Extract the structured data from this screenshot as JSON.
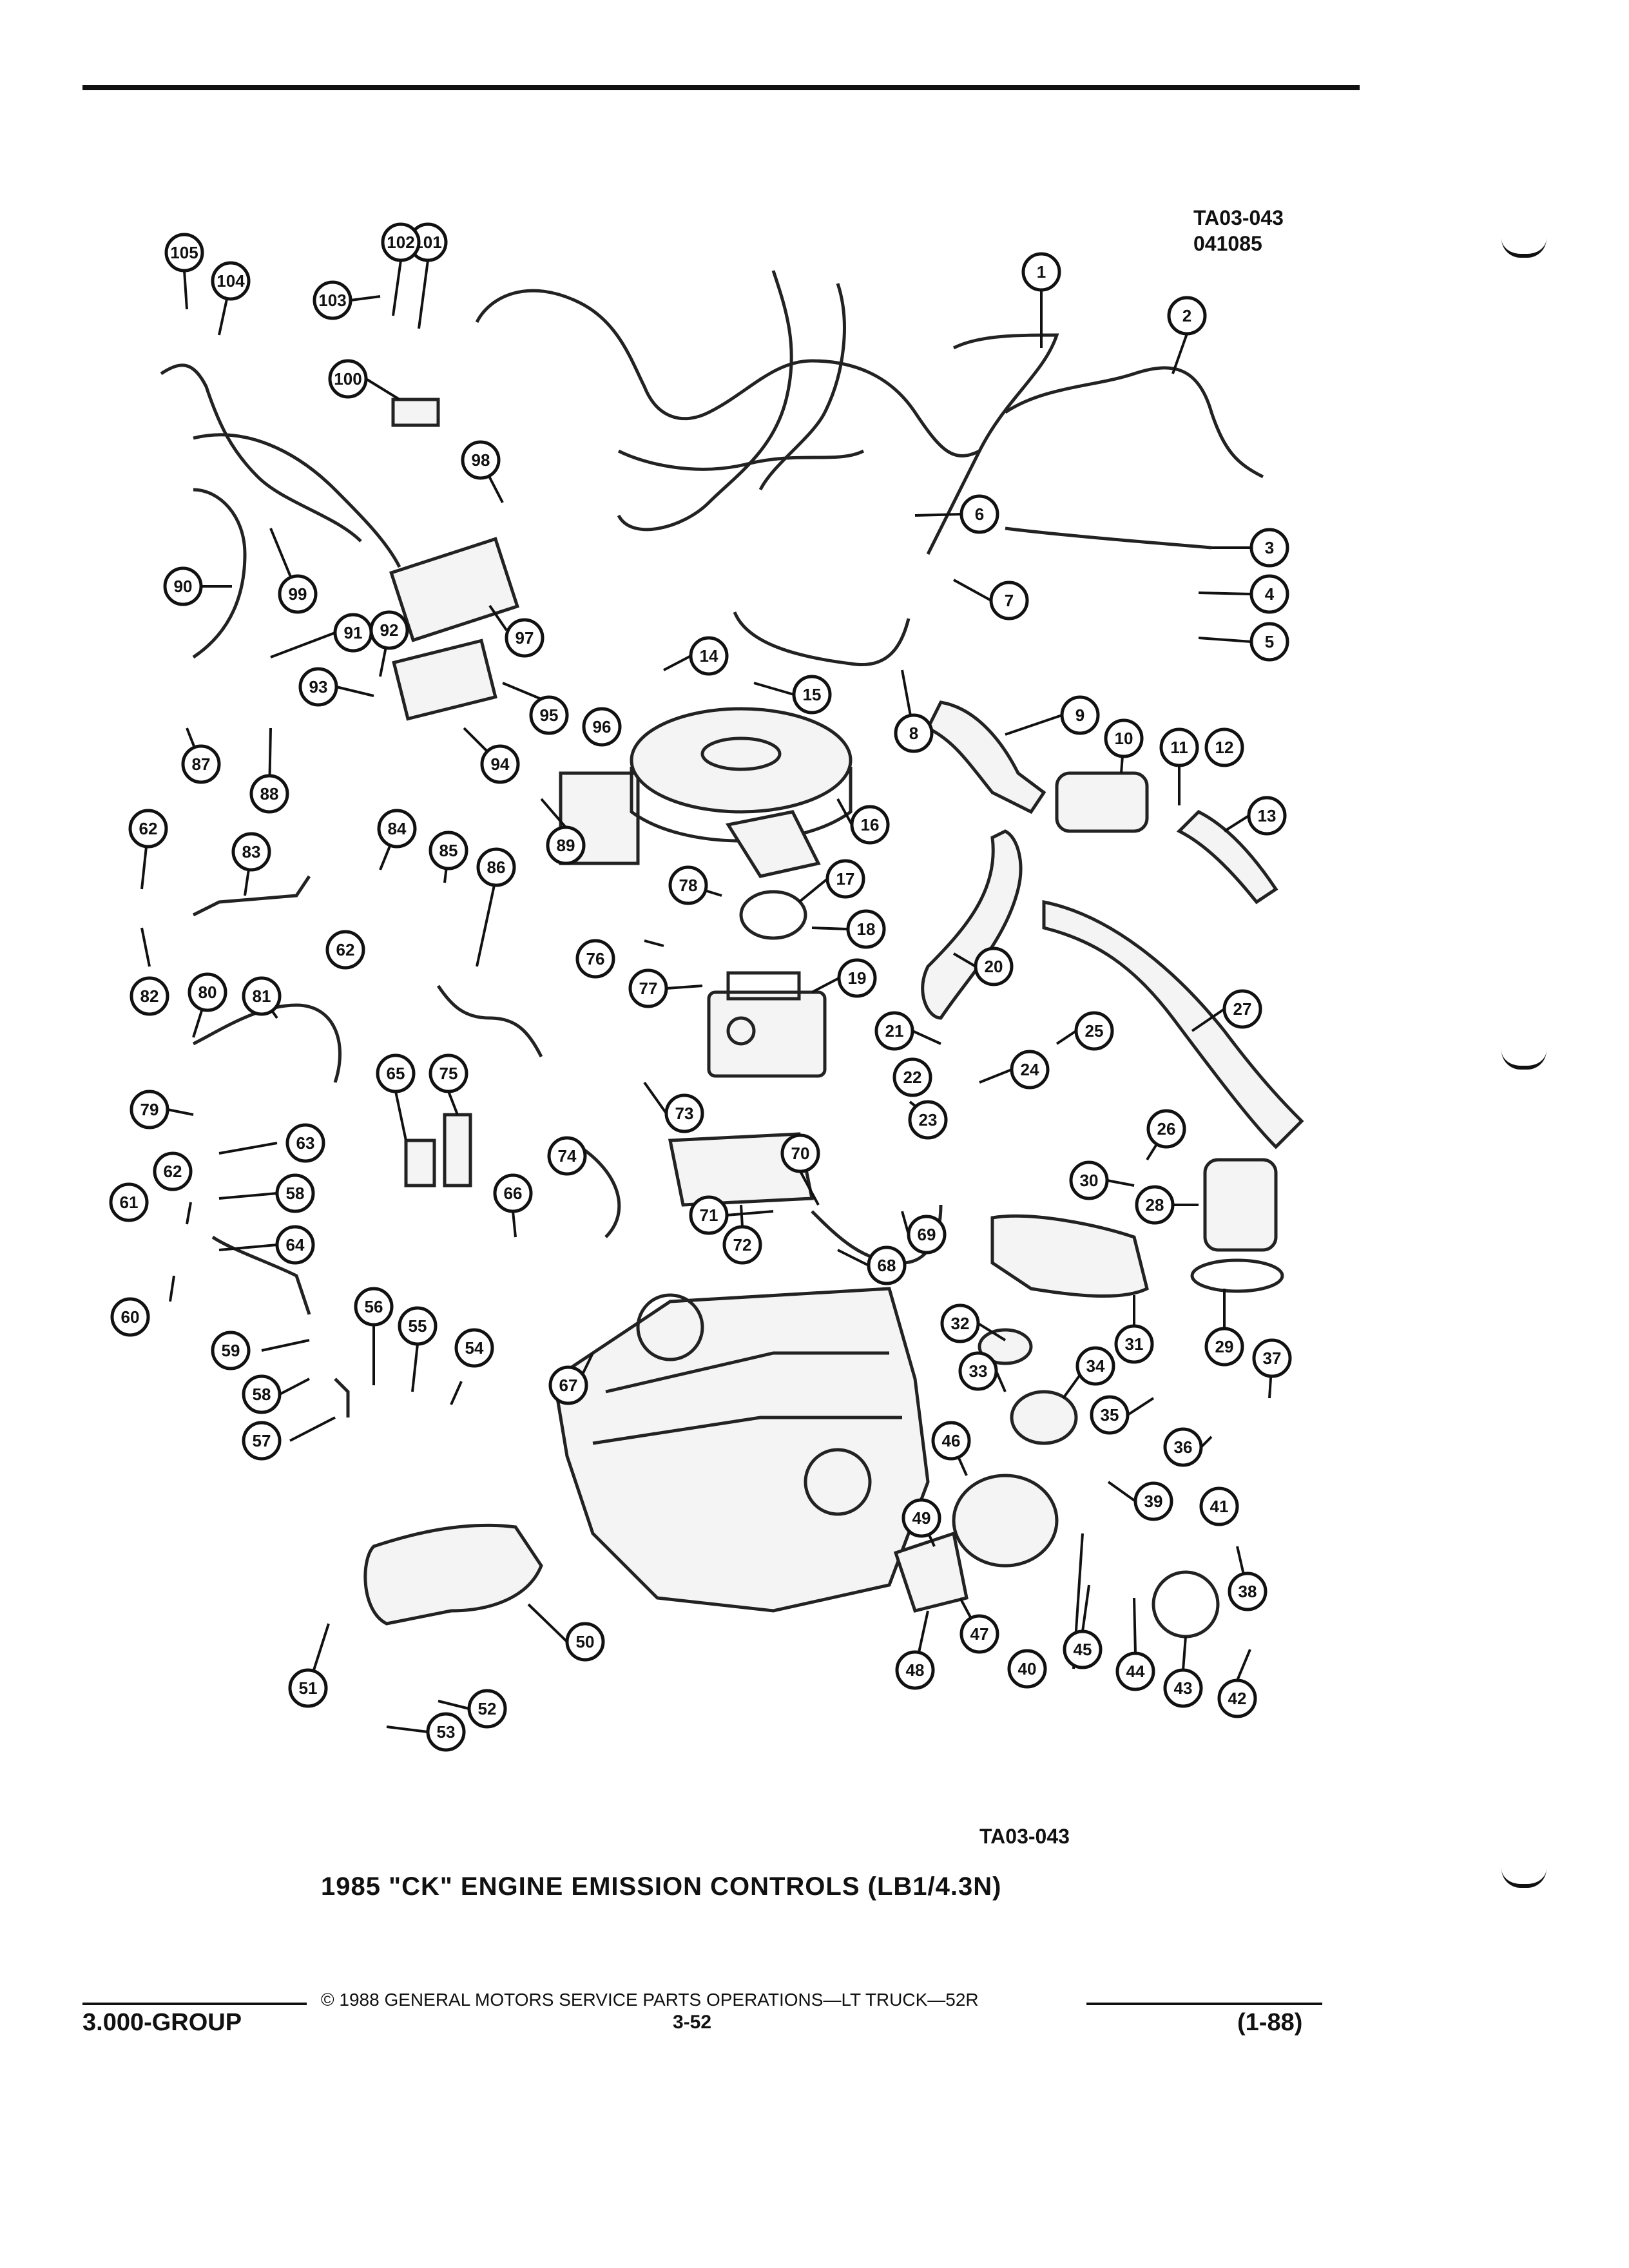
{
  "figure": {
    "ref_top": [
      "TA03-043",
      "041085"
    ],
    "ref_bottom": "TA03-043",
    "caption": "1985 \"CK\" ENGINE EMISSION CONTROLS (LB1/4.3N)"
  },
  "footer": {
    "copyright": "© 1988 GENERAL MOTORS SERVICE PARTS OPERATIONS—LT TRUCK—52R",
    "section": "3.000-GROUP",
    "page": "3-52",
    "revision": "(1-88)"
  },
  "callouts": [
    "1",
    "2",
    "3",
    "4",
    "5",
    "6",
    "7",
    "8",
    "9",
    "10",
    "11",
    "12",
    "13",
    "14",
    "15",
    "16",
    "17",
    "18",
    "19",
    "20",
    "21",
    "22",
    "23",
    "24",
    "25",
    "26",
    "27",
    "28",
    "29",
    "30",
    "31",
    "32",
    "33",
    "34",
    "35",
    "36",
    "37",
    "38",
    "39",
    "40",
    "41",
    "42",
    "43",
    "44",
    "45",
    "46",
    "47",
    "48",
    "49",
    "50",
    "51",
    "52",
    "53",
    "54",
    "55",
    "56",
    "57",
    "58",
    "59",
    "60",
    "61",
    "62",
    "63",
    "64",
    "65",
    "66",
    "67",
    "68",
    "69",
    "70",
    "71",
    "72",
    "73",
    "74",
    "75",
    "76",
    "77",
    "78",
    "79",
    "80",
    "81",
    "82",
    "83",
    "84",
    "85",
    "86",
    "87",
    "88",
    "89",
    "90",
    "91",
    "92",
    "93",
    "94",
    "95",
    "96",
    "97",
    "98",
    "99",
    "100",
    "101",
    "102",
    "103",
    "104",
    "105"
  ]
}
